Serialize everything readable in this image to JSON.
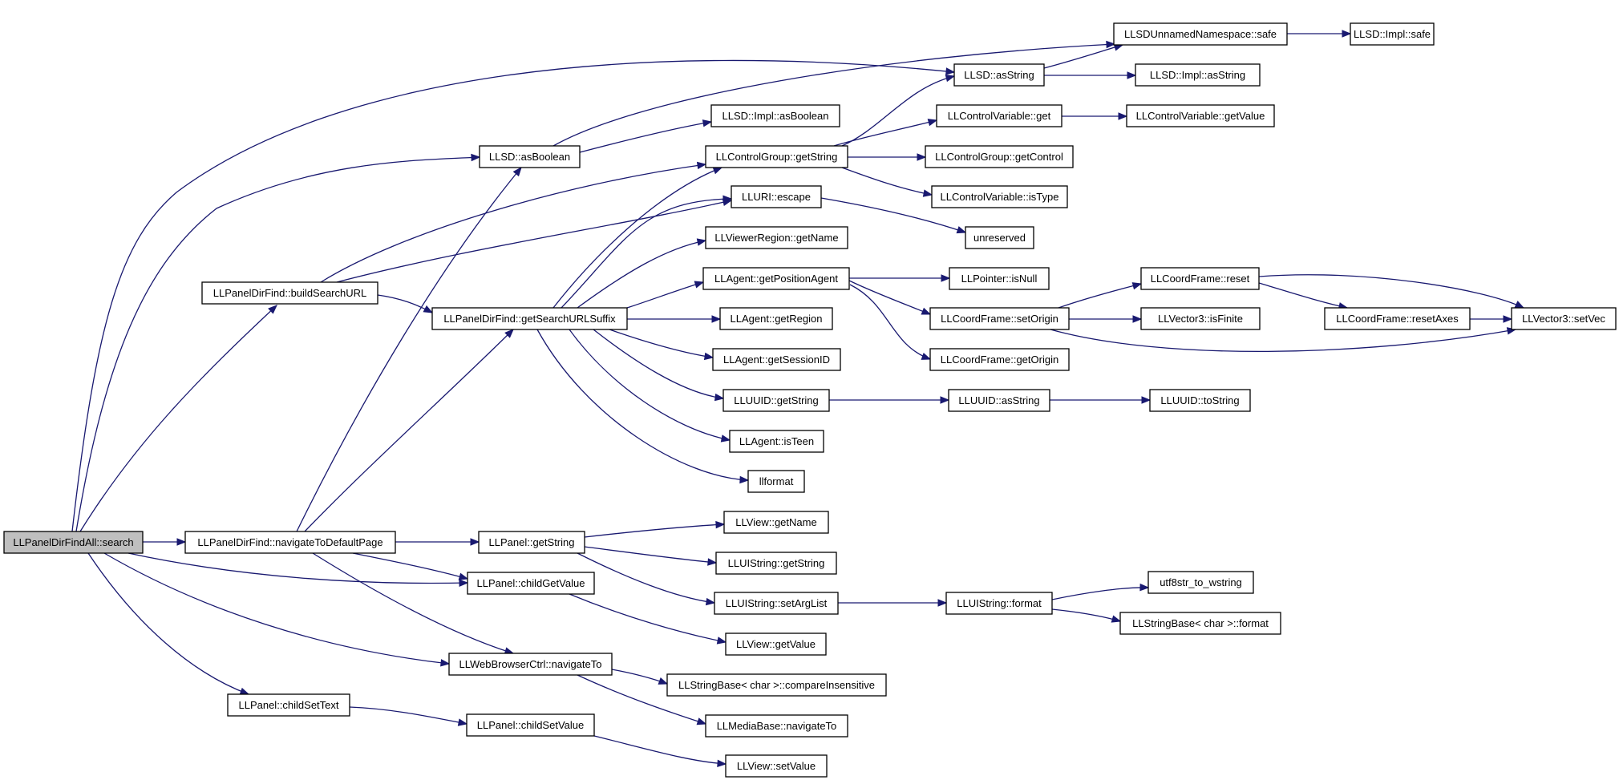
{
  "graph": {
    "nodes": [
      {
        "id": "root",
        "label": "LLPanelDirFindAll::search",
        "root": true
      },
      {
        "id": "buildSearchURL",
        "label": "LLPanelDirFind::buildSearchURL"
      },
      {
        "id": "navigateToDefaultPage",
        "label": "LLPanelDirFind::navigateToDefaultPage"
      },
      {
        "id": "childSetText",
        "label": "LLPanel::childSetText"
      },
      {
        "id": "llsdAsBoolean",
        "label": "LLSD::asBoolean"
      },
      {
        "id": "getSearchURLSuffix",
        "label": "LLPanelDirFind::getSearchURLSuffix"
      },
      {
        "id": "panelGetString",
        "label": "LLPanel::getString"
      },
      {
        "id": "childGetValue",
        "label": "LLPanel::childGetValue"
      },
      {
        "id": "webNavigateTo",
        "label": "LLWebBrowserCtrl::navigateTo"
      },
      {
        "id": "childSetValue",
        "label": "LLPanel::childSetValue"
      },
      {
        "id": "implAsBoolean",
        "label": "LLSD::Impl::asBoolean"
      },
      {
        "id": "controlGroupGetString",
        "label": "LLControlGroup::getString"
      },
      {
        "id": "uriEscape",
        "label": "LLURI::escape"
      },
      {
        "id": "regionGetName",
        "label": "LLViewerRegion::getName"
      },
      {
        "id": "getPositionAgent",
        "label": "LLAgent::getPositionAgent"
      },
      {
        "id": "agentGetRegion",
        "label": "LLAgent::getRegion"
      },
      {
        "id": "getSessionID",
        "label": "LLAgent::getSessionID"
      },
      {
        "id": "uuidGetString",
        "label": "LLUUID::getString"
      },
      {
        "id": "isTeen",
        "label": "LLAgent::isTeen"
      },
      {
        "id": "llformat",
        "label": "llformat"
      },
      {
        "id": "viewGetName",
        "label": "LLView::getName"
      },
      {
        "id": "uistringGetString",
        "label": "LLUIString::getString"
      },
      {
        "id": "setArgList",
        "label": "LLUIString::setArgList"
      },
      {
        "id": "viewGetValue",
        "label": "LLView::getValue"
      },
      {
        "id": "compareInsensitive",
        "label": "LLStringBase< char >::compareInsensitive"
      },
      {
        "id": "mediaNavigateTo",
        "label": "LLMediaBase::navigateTo"
      },
      {
        "id": "viewSetValue",
        "label": "LLView::setValue"
      },
      {
        "id": "llsdAsString",
        "label": "LLSD::asString"
      },
      {
        "id": "controlVariableGet",
        "label": "LLControlVariable::get"
      },
      {
        "id": "getControl",
        "label": "LLControlGroup::getControl"
      },
      {
        "id": "isType",
        "label": "LLControlVariable::isType"
      },
      {
        "id": "unreserved",
        "label": "unreserved"
      },
      {
        "id": "isNull",
        "label": "LLPointer::isNull"
      },
      {
        "id": "setOrigin",
        "label": "LLCoordFrame::setOrigin"
      },
      {
        "id": "getOrigin",
        "label": "LLCoordFrame::getOrigin"
      },
      {
        "id": "uuidAsString",
        "label": "LLUUID::asString"
      },
      {
        "id": "uistringFormat",
        "label": "LLUIString::format"
      },
      {
        "id": "unnamedSafe",
        "label": "LLSDUnnamedNamespace::safe"
      },
      {
        "id": "implAsString",
        "label": "LLSD::Impl::asString"
      },
      {
        "id": "getValue",
        "label": "LLControlVariable::getValue"
      },
      {
        "id": "coordReset",
        "label": "LLCoordFrame::reset"
      },
      {
        "id": "isFinite",
        "label": "LLVector3::isFinite"
      },
      {
        "id": "toString",
        "label": "LLUUID::toString"
      },
      {
        "id": "utf8ToWstring",
        "label": "utf8str_to_wstring"
      },
      {
        "id": "stringBaseFormat",
        "label": "LLStringBase< char >::format"
      },
      {
        "id": "implSafe",
        "label": "LLSD::Impl::safe"
      },
      {
        "id": "resetAxes",
        "label": "LLCoordFrame::resetAxes"
      },
      {
        "id": "setVec",
        "label": "LLVector3::setVec"
      }
    ],
    "edges": [
      [
        "root",
        "llsdAsString"
      ],
      [
        "root",
        "llsdAsBoolean"
      ],
      [
        "root",
        "buildSearchURL"
      ],
      [
        "root",
        "navigateToDefaultPage"
      ],
      [
        "root",
        "childGetValue"
      ],
      [
        "root",
        "webNavigateTo"
      ],
      [
        "root",
        "childSetText"
      ],
      [
        "buildSearchURL",
        "controlGroupGetString"
      ],
      [
        "buildSearchURL",
        "uriEscape"
      ],
      [
        "buildSearchURL",
        "getSearchURLSuffix"
      ],
      [
        "navigateToDefaultPage",
        "llsdAsBoolean"
      ],
      [
        "navigateToDefaultPage",
        "getSearchURLSuffix"
      ],
      [
        "navigateToDefaultPage",
        "panelGetString"
      ],
      [
        "navigateToDefaultPage",
        "childGetValue"
      ],
      [
        "navigateToDefaultPage",
        "webNavigateTo"
      ],
      [
        "childSetText",
        "childSetValue"
      ],
      [
        "llsdAsBoolean",
        "unnamedSafe"
      ],
      [
        "llsdAsBoolean",
        "implAsBoolean"
      ],
      [
        "getSearchURLSuffix",
        "controlGroupGetString"
      ],
      [
        "getSearchURLSuffix",
        "uriEscape"
      ],
      [
        "getSearchURLSuffix",
        "regionGetName"
      ],
      [
        "getSearchURLSuffix",
        "getPositionAgent"
      ],
      [
        "getSearchURLSuffix",
        "agentGetRegion"
      ],
      [
        "getSearchURLSuffix",
        "getSessionID"
      ],
      [
        "getSearchURLSuffix",
        "uuidGetString"
      ],
      [
        "getSearchURLSuffix",
        "isTeen"
      ],
      [
        "getSearchURLSuffix",
        "llformat"
      ],
      [
        "panelGetString",
        "viewGetName"
      ],
      [
        "panelGetString",
        "uistringGetString"
      ],
      [
        "panelGetString",
        "setArgList"
      ],
      [
        "childGetValue",
        "viewGetValue"
      ],
      [
        "webNavigateTo",
        "compareInsensitive"
      ],
      [
        "webNavigateTo",
        "mediaNavigateTo"
      ],
      [
        "childSetValue",
        "viewSetValue"
      ],
      [
        "controlGroupGetString",
        "llsdAsString"
      ],
      [
        "controlGroupGetString",
        "controlVariableGet"
      ],
      [
        "controlGroupGetString",
        "getControl"
      ],
      [
        "controlGroupGetString",
        "isType"
      ],
      [
        "uriEscape",
        "unreserved"
      ],
      [
        "getPositionAgent",
        "isNull"
      ],
      [
        "getPositionAgent",
        "setOrigin"
      ],
      [
        "getPositionAgent",
        "getOrigin"
      ],
      [
        "uuidGetString",
        "uuidAsString"
      ],
      [
        "setArgList",
        "uistringFormat"
      ],
      [
        "llsdAsString",
        "unnamedSafe"
      ],
      [
        "llsdAsString",
        "implAsString"
      ],
      [
        "controlVariableGet",
        "getValue"
      ],
      [
        "setOrigin",
        "coordReset"
      ],
      [
        "setOrigin",
        "isFinite"
      ],
      [
        "setOrigin",
        "setVec"
      ],
      [
        "uuidAsString",
        "toString"
      ],
      [
        "uistringFormat",
        "utf8ToWstring"
      ],
      [
        "uistringFormat",
        "stringBaseFormat"
      ],
      [
        "unnamedSafe",
        "implSafe"
      ],
      [
        "coordReset",
        "resetAxes"
      ],
      [
        "coordReset",
        "setVec"
      ],
      [
        "resetAxes",
        "setVec"
      ]
    ]
  },
  "colors": {
    "edge": "#191970",
    "root_fill": "#bfbfbf",
    "node_fill": "#ffffff",
    "border": "#000000"
  }
}
